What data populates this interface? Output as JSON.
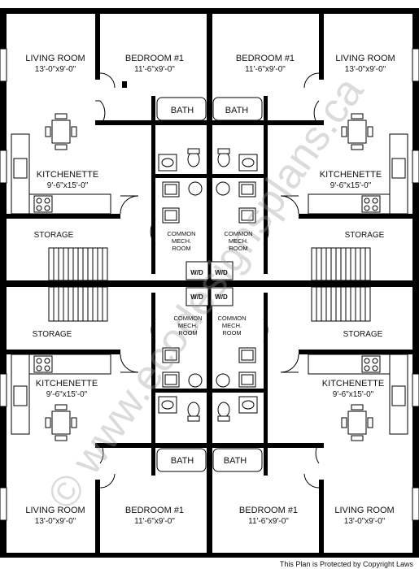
{
  "units": {
    "living_room": {
      "name": "LIVING ROOM",
      "size": "13'-0\"x9'-0\""
    },
    "bedroom": {
      "name": "BEDROOM #1",
      "size": "11'-6\"x9'-0\""
    },
    "kitchenette": {
      "name": "KITCHENETTE",
      "size": "9'-6\"x15'-0\""
    },
    "bath": "BATH",
    "storage": "STORAGE"
  },
  "common": {
    "line1": "COMMON",
    "line2": "MECH.",
    "line3": "ROOM"
  },
  "washer_dryer": "W/D",
  "watermark": "© www.ecodesignsplans.ca",
  "copyright": "This Plan is Protected by Copyright Laws",
  "colors": {
    "wall": "#000000",
    "watermark": "#9a9a9a",
    "background": "#ffffff"
  }
}
